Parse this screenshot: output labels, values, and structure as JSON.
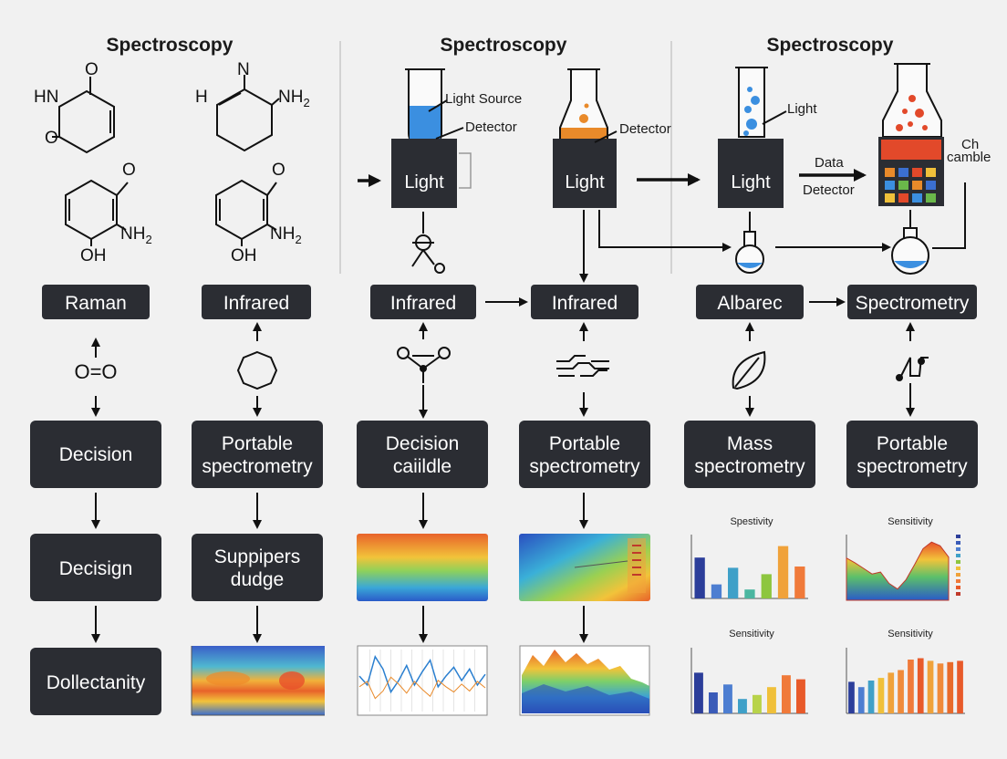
{
  "headers": [
    "Spectroscopy",
    "Spectroscopy",
    "Spectroscopy"
  ],
  "annotations": {
    "light_source": "Light Source",
    "detector_1": "Detector",
    "detector_2": "Detector",
    "data": "Data",
    "detector_3": "Detector",
    "ch": "Ch",
    "camble": "camble"
  },
  "apparatus": [
    "Light",
    "Light",
    "Light"
  ],
  "molecules": {
    "a_hn": "HN",
    "a_o1": "O",
    "a_o2": "O",
    "b_h": "H",
    "b_n": "N",
    "b_nh2": "NH",
    "b_sub": "2",
    "c_o": "O",
    "c_nh2": "NH",
    "c_sub": "2",
    "c_oh": "OH",
    "d_o": "O",
    "d_nh2": "NH",
    "d_sub": "2",
    "d_oh": "OH"
  },
  "row_labels": [
    "Raman",
    "Infrared",
    "Infrared",
    "Infrared",
    "Albarec",
    "Spectrometry"
  ],
  "glyph_text": "O=O",
  "decision_boxes": [
    [
      "Decision"
    ],
    [
      "Portable",
      "spectrometry"
    ],
    [
      "Decision",
      "caiildle"
    ],
    [
      "Portable",
      "spectrometry"
    ],
    [
      "Mass",
      "spectrometry"
    ],
    [
      "Portable",
      "spectrometry"
    ]
  ],
  "lower_boxes": [
    [
      "Decisign"
    ],
    [
      "Suppipers",
      "dudge"
    ],
    [
      "Dollectanity"
    ]
  ],
  "chart_titles": [
    "Spestivity",
    "Sensitivity",
    "Sensitivity",
    "Sensitivity"
  ],
  "colors": {
    "box": "#2b2d33",
    "blue_liquid": "#3b8fe0",
    "orange_liquid": "#e98a2a",
    "red_liquid": "#e2492a"
  },
  "chart_data": [
    {
      "type": "bar",
      "title": "Spestivity",
      "categories": [],
      "values": [
        64,
        22,
        48,
        14,
        38,
        82,
        50
      ],
      "colors": [
        "#2c3e9a",
        "#4d7ed1",
        "#3fa0c8",
        "#4bb6a0",
        "#8dc63f",
        "#f0a23a",
        "#f07a3a"
      ],
      "ylim": [
        0,
        100
      ]
    },
    {
      "type": "area",
      "title": "Sensitivity",
      "legend": "right",
      "values": [
        45,
        40,
        34,
        28,
        30,
        18,
        12,
        22,
        38,
        55,
        62,
        58,
        46
      ]
    },
    {
      "type": "bar",
      "title": "Sensitivity",
      "categories": [],
      "values": [
        62,
        32,
        44,
        22,
        28,
        40,
        58,
        52
      ],
      "colors": [
        "#2c3e9a",
        "#3a5bb8",
        "#4d7ed1",
        "#3fa0c8",
        "#b8d34a",
        "#f0c03a",
        "#f07a3a",
        "#e85a2a"
      ],
      "ylim": [
        0,
        100
      ]
    },
    {
      "type": "bar",
      "title": "Sensitivity",
      "categories": [],
      "values": [
        48,
        40,
        50,
        54,
        62,
        66,
        82,
        84,
        80,
        76,
        78,
        80
      ],
      "colors": [
        "#2c3e9a",
        "#4d7ed1",
        "#3fa0c8",
        "#f0c03a",
        "#f0a23a",
        "#f08a3a",
        "#f07a3a",
        "#e85a2a",
        "#f0a23a",
        "#f08a3a",
        "#e86a2a",
        "#e85a2a"
      ],
      "ylim": [
        0,
        100
      ]
    },
    {
      "type": "line",
      "title": "",
      "values": [
        40,
        30,
        62,
        48,
        22,
        35,
        52,
        30,
        45,
        58,
        28,
        40,
        50,
        35,
        48,
        30,
        42
      ]
    }
  ]
}
